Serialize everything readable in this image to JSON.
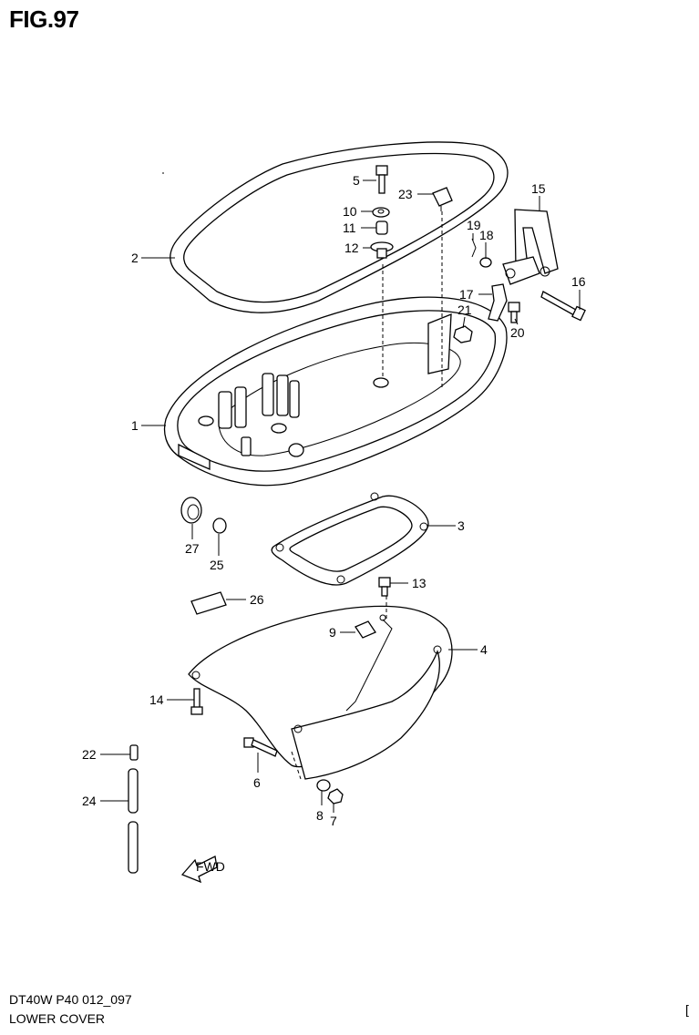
{
  "figure": {
    "title": "FIG.97",
    "code": "DT40W P40 012_097",
    "caption": "LOWER COVER",
    "corner_mark": "["
  },
  "callouts": [
    {
      "id": "c1",
      "label": "1"
    },
    {
      "id": "c2",
      "label": "2"
    },
    {
      "id": "c3",
      "label": "3"
    },
    {
      "id": "c4",
      "label": "4"
    },
    {
      "id": "c5",
      "label": "5"
    },
    {
      "id": "c6",
      "label": "6"
    },
    {
      "id": "c7",
      "label": "7"
    },
    {
      "id": "c8",
      "label": "8"
    },
    {
      "id": "c9",
      "label": "9"
    },
    {
      "id": "c10",
      "label": "10"
    },
    {
      "id": "c11",
      "label": "11"
    },
    {
      "id": "c12",
      "label": "12"
    },
    {
      "id": "c13",
      "label": "13"
    },
    {
      "id": "c14",
      "label": "14"
    },
    {
      "id": "c15",
      "label": "15"
    },
    {
      "id": "c16",
      "label": "16"
    },
    {
      "id": "c17",
      "label": "17"
    },
    {
      "id": "c18",
      "label": "18"
    },
    {
      "id": "c19",
      "label": "19"
    },
    {
      "id": "c20",
      "label": "20"
    },
    {
      "id": "c21",
      "label": "21"
    },
    {
      "id": "c22",
      "label": "22"
    },
    {
      "id": "c23",
      "label": "23"
    },
    {
      "id": "c24",
      "label": "24"
    },
    {
      "id": "c25",
      "label": "25"
    },
    {
      "id": "c26",
      "label": "26"
    },
    {
      "id": "c27",
      "label": "27"
    }
  ],
  "direction_arrow": {
    "label": "FWD"
  }
}
